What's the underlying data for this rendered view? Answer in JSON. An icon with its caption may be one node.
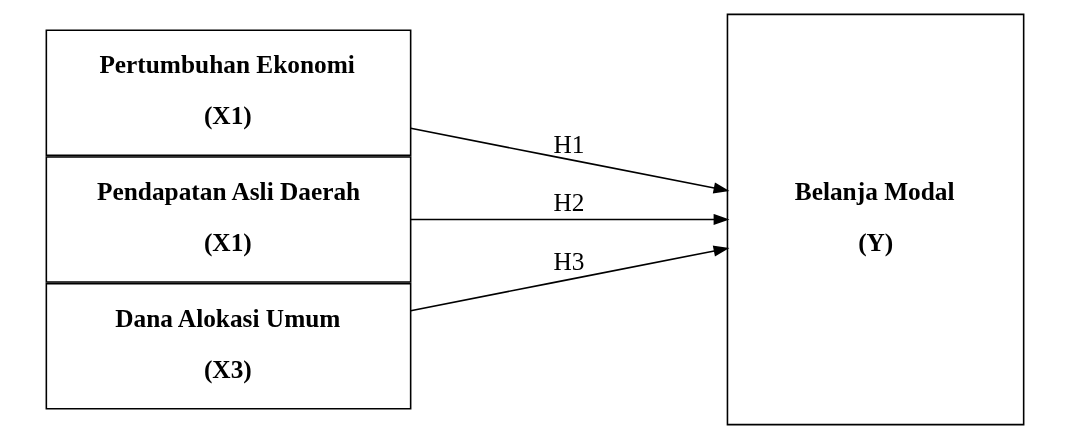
{
  "diagram": {
    "nodes": [
      {
        "text": [
          "Pertumbuhan Ekonomi",
          "(X1)"
        ]
      },
      {
        "text": [
          "Pendapatan Asli Daerah",
          "(X1)"
        ]
      },
      {
        "text": [
          "Dana Alokasi Umum",
          "(X3)"
        ]
      },
      {
        "text": [
          "Belanja Modal",
          "(Y)"
        ]
      }
    ],
    "edges": [
      {
        "from": 0,
        "to": 3,
        "arrow": "to",
        "label": "H1"
      },
      {
        "from": 1,
        "to": 3,
        "arrow": "to",
        "label": "H2"
      },
      {
        "from": 2,
        "to": 3,
        "arrow": "to",
        "label": "H3"
      }
    ]
  }
}
